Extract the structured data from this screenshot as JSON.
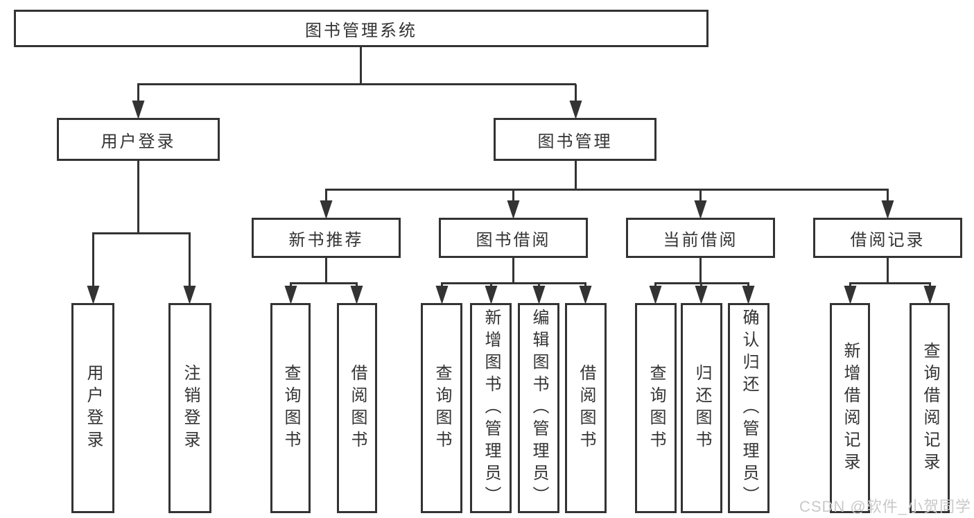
{
  "colors": {
    "line": "#333333",
    "box_border": "#333333",
    "text": "#333333",
    "background": "#ffffff",
    "watermark": "#c9c9c9"
  },
  "tree": {
    "root": {
      "label": "图书管理系统"
    },
    "children": [
      {
        "label": "用户登录",
        "children": [
          {
            "label": "用户登录"
          },
          {
            "label": "注销登录"
          }
        ]
      },
      {
        "label": "图书管理",
        "children": [
          {
            "label": "新书推荐",
            "children": [
              {
                "label": "查询图书"
              },
              {
                "label": "借阅图书"
              }
            ]
          },
          {
            "label": "图书借阅",
            "children": [
              {
                "label": "查询图书"
              },
              {
                "label": "新增图书（管理员）"
              },
              {
                "label": "编辑图书（管理员）"
              },
              {
                "label": "借阅图书"
              }
            ]
          },
          {
            "label": "当前借阅",
            "children": [
              {
                "label": "查询图书"
              },
              {
                "label": "归还图书"
              },
              {
                "label": "确认归还（管理员）"
              }
            ]
          },
          {
            "label": "借阅记录",
            "children": [
              {
                "label": "新增借阅记录"
              },
              {
                "label": "查询借阅记录"
              }
            ]
          }
        ]
      }
    ]
  },
  "watermark": {
    "text": "CSDN @软件_小贺同学"
  }
}
